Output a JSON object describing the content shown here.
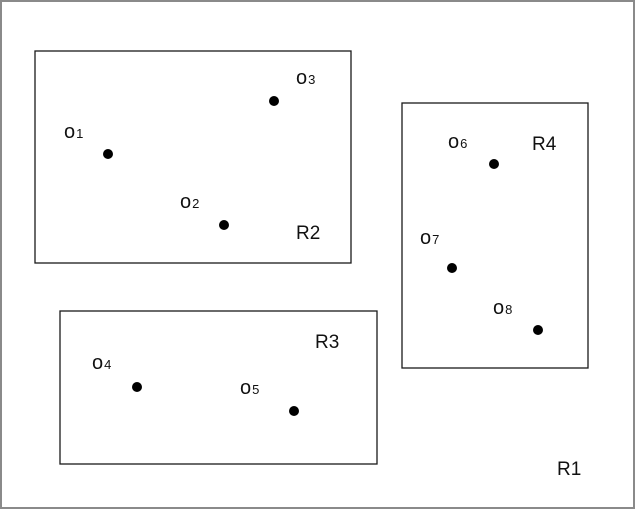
{
  "regions": [
    {
      "id": "R1",
      "label": "R1"
    },
    {
      "id": "R2",
      "label": "R2"
    },
    {
      "id": "R3",
      "label": "R3"
    },
    {
      "id": "R4",
      "label": "R4"
    }
  ],
  "objects": [
    {
      "id": "o1",
      "letter": "o",
      "index": "1"
    },
    {
      "id": "o2",
      "letter": "o",
      "index": "2"
    },
    {
      "id": "o3",
      "letter": "o",
      "index": "3"
    },
    {
      "id": "o4",
      "letter": "o",
      "index": "4"
    },
    {
      "id": "o5",
      "letter": "o",
      "index": "5"
    },
    {
      "id": "o6",
      "letter": "o",
      "index": "6"
    },
    {
      "id": "o7",
      "letter": "o",
      "index": "7"
    },
    {
      "id": "o8",
      "letter": "o",
      "index": "8"
    }
  ]
}
